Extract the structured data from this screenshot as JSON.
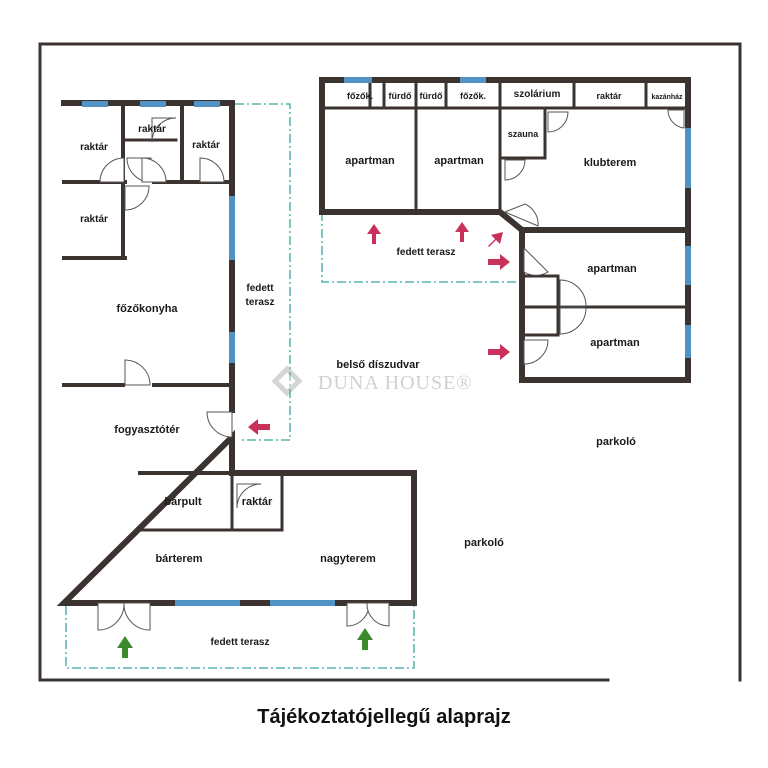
{
  "rooms": {
    "raktar_1": "raktár",
    "raktar_2": "raktár",
    "raktar_3": "raktár",
    "raktar_4": "raktár",
    "raktar_5": "raktár",
    "fozokonyha": "főzőkonyha",
    "fogyasztoter": "fogyasztótér",
    "barpult": "bárpult",
    "barterem": "bárterem",
    "nagyterem": "nagyterem",
    "fozok_1": "főzők.",
    "furdo_1": "fürdő",
    "furdo_2": "fürdő",
    "fozok_2": "főzők.",
    "szolarium": "szolárium",
    "raktar_top": "raktár",
    "kazanhaz": "kazánház",
    "apartman_1": "apartman",
    "apartman_2": "apartman",
    "szauna": "szauna",
    "klubterem": "klubterem",
    "apartman_3": "apartman",
    "apartman_4": "apartman"
  },
  "areas": {
    "fedett_terasz_side_line1": "fedett",
    "fedett_terasz_side_line2": "terasz",
    "fedett_terasz_top": "fedett terasz",
    "fedett_terasz_bottom": "fedett terasz",
    "belso_diszudvar": "belső díszudvar",
    "parkolo_1": "parkoló",
    "parkolo_2": "parkoló"
  },
  "watermark": {
    "brand": "DUNA HOUSE®"
  },
  "footer": {
    "title": "Tájékoztatójellegű alaprajz"
  },
  "colors": {
    "wall": "#3b3330",
    "window": "#4f93c4",
    "dashed_boundary": "#3aa6a0",
    "entrance_arrow": "#c8315a",
    "main_entrance_arrow": "#3b8a2e"
  }
}
